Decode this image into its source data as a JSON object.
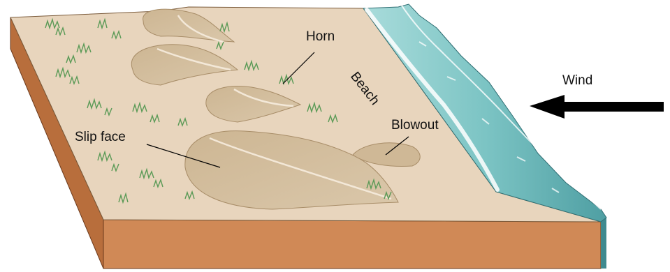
{
  "labels": {
    "horn": "Horn",
    "beach": "Beach",
    "blowout": "Blowout",
    "slip_face": "Slip face",
    "wind": "Wind"
  },
  "colors": {
    "sand": "#e8d5bd",
    "dune": "#d6c1a3",
    "block_side": "#d08956",
    "water": "#7cc4c4",
    "vegetation": "#6fae6a",
    "arrow": "#000000"
  }
}
